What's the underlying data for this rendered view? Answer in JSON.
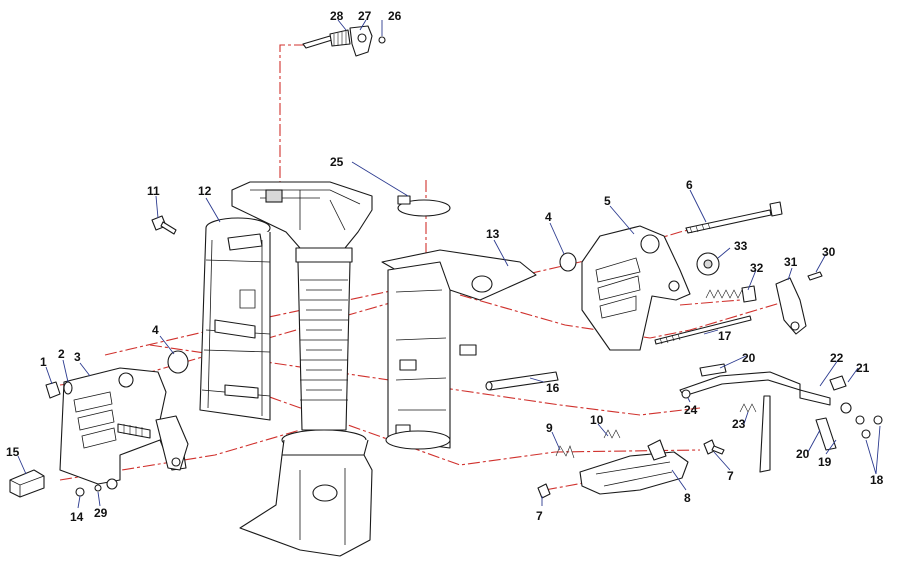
{
  "colors": {
    "assembly_line": "#d0312d",
    "leader_line": "#2b3a8f",
    "outline": "#1a1a1a"
  },
  "callouts": [
    {
      "id": "c1",
      "text": "1"
    },
    {
      "id": "c2",
      "text": "2"
    },
    {
      "id": "c3",
      "text": "3"
    },
    {
      "id": "c4a",
      "text": "4"
    },
    {
      "id": "c4b",
      "text": "4"
    },
    {
      "id": "c5",
      "text": "5"
    },
    {
      "id": "c6",
      "text": "6"
    },
    {
      "id": "c7a",
      "text": "7"
    },
    {
      "id": "c7b",
      "text": "7"
    },
    {
      "id": "c8",
      "text": "8"
    },
    {
      "id": "c9",
      "text": "9"
    },
    {
      "id": "c10",
      "text": "10"
    },
    {
      "id": "c11",
      "text": "11"
    },
    {
      "id": "c12",
      "text": "12"
    },
    {
      "id": "c13",
      "text": "13"
    },
    {
      "id": "c14",
      "text": "14"
    },
    {
      "id": "c15",
      "text": "15"
    },
    {
      "id": "c16",
      "text": "16"
    },
    {
      "id": "c17",
      "text": "17"
    },
    {
      "id": "c18",
      "text": "18"
    },
    {
      "id": "c19",
      "text": "19"
    },
    {
      "id": "c20a",
      "text": "20"
    },
    {
      "id": "c20b",
      "text": "20"
    },
    {
      "id": "c21",
      "text": "21"
    },
    {
      "id": "c22",
      "text": "22"
    },
    {
      "id": "c23",
      "text": "23"
    },
    {
      "id": "c24",
      "text": "24"
    },
    {
      "id": "c25",
      "text": "25"
    },
    {
      "id": "c26",
      "text": "26"
    },
    {
      "id": "c27",
      "text": "27"
    },
    {
      "id": "c28",
      "text": "28"
    },
    {
      "id": "c29",
      "text": "29"
    },
    {
      "id": "c30",
      "text": "30"
    },
    {
      "id": "c31",
      "text": "31"
    },
    {
      "id": "c32",
      "text": "32"
    },
    {
      "id": "c33",
      "text": "33"
    }
  ]
}
